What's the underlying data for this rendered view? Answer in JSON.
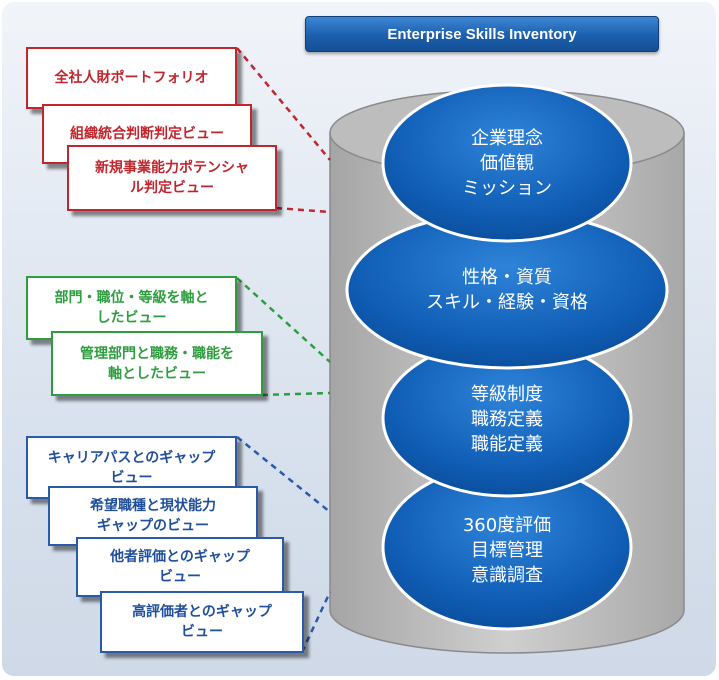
{
  "title": "Enterprise Skills Inventory",
  "layers": [
    {
      "label": "企業理念\n価値観\nミッション"
    },
    {
      "label": "性格・資質\nスキル・経験・資格"
    },
    {
      "label": "等級制度\n職務定義\n職能定義"
    },
    {
      "label": "360度評価\n目標管理\n意識調査"
    }
  ],
  "view_groups": [
    {
      "color": "#c0262d",
      "items": [
        "全社人財ポートフォリオ",
        "組織統合判断判定ビュー",
        "新規事業能力ポテンシャ\nル判定ビュー"
      ]
    },
    {
      "color": "#2e9d3f",
      "items": [
        "部門・職位・等級を軸と\nしたビュー",
        "管理部門と職務・職能を\n軸としたビュー"
      ]
    },
    {
      "color": "#2b5aa8",
      "items": [
        "キャリアパスとのギャップ\nビュー",
        "希望職種と現状能力\nギャップのビュー",
        "他者評価とのギャップ\nビュー",
        "高評価者とのギャップ\nビュー"
      ]
    }
  ]
}
